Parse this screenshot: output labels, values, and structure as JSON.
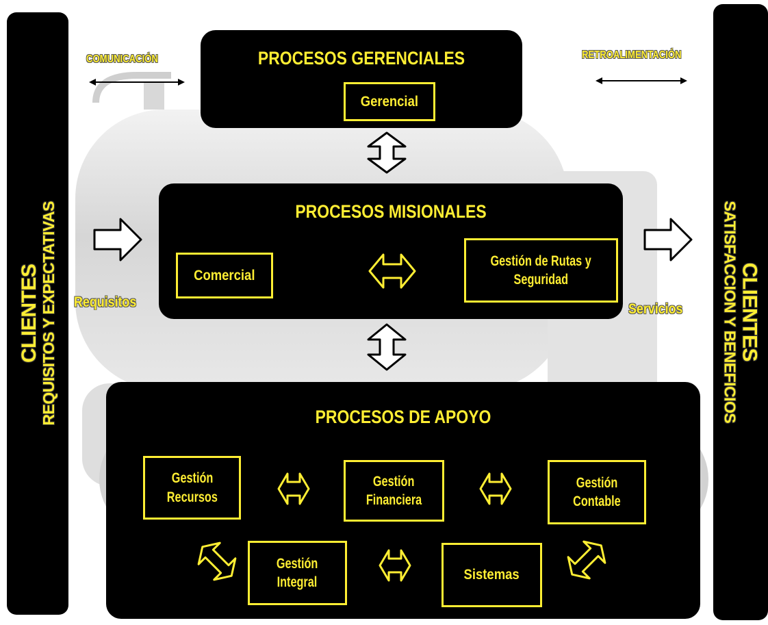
{
  "left_bar": {
    "title": "CLIENTES",
    "subtitle": "REQUISITOS Y EXPECTATIVAS"
  },
  "right_bar": {
    "title": "CLIENTES",
    "subtitle": "SATISFACCION Y BENEFICIOS"
  },
  "labels": {
    "communication": "COMUNICACIÓN",
    "feedback": "RETROALIMENTACIÓN",
    "requirements": "Requisitos",
    "services": "Servicios"
  },
  "managerial": {
    "title": "PROCESOS GERENCIALES",
    "box": "Gerencial"
  },
  "missional": {
    "title": "PROCESOS MISIONALES",
    "box_left": "Comercial",
    "box_right_line1": "Gestión de Rutas y",
    "box_right_line2": "Seguridad"
  },
  "support": {
    "title": "PROCESOS DE APOYO",
    "resources_1": "Gestión",
    "resources_2": "Recursos",
    "financial_1": "Gestión",
    "financial_2": "Financiera",
    "accounting_1": "Gestión",
    "accounting_2": "Contable",
    "integral_1": "Gestión",
    "integral_2": "Integral",
    "systems": "Sistemas"
  },
  "colors": {
    "panel": "#000000",
    "accent": "#ffee33",
    "truck": "#cccccc"
  }
}
